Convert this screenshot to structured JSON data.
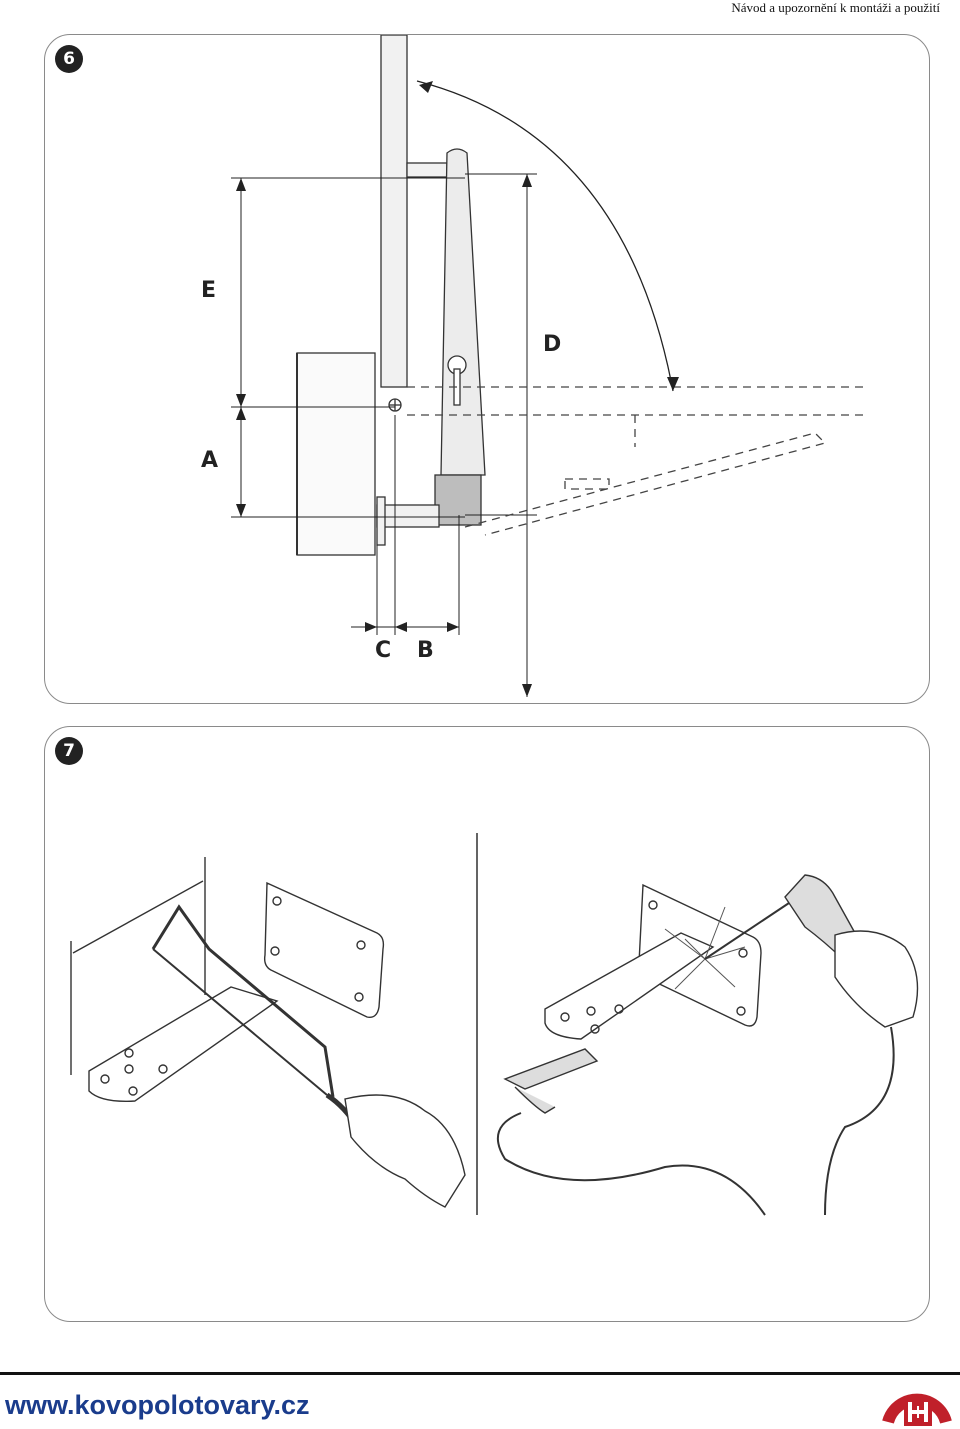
{
  "header": {
    "title": "Návod a upozornění k montáži a použití"
  },
  "figure6": {
    "number": "6",
    "labels": {
      "E": "E",
      "D": "D",
      "A": "A",
      "C": "C",
      "B": "B"
    }
  },
  "figure7": {
    "number": "7"
  },
  "footer": {
    "url": "www.kovopolotovary.cz"
  },
  "colors": {
    "url": "#1a3c8c",
    "logo_red": "#c0202a"
  }
}
